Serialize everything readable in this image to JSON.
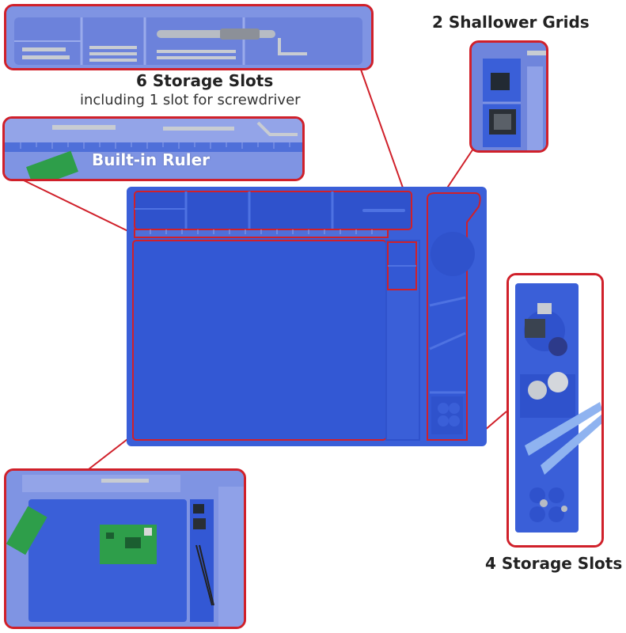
{
  "callouts": {
    "six_slots": {
      "title": "6 Storage Slots",
      "subtitle": "including 1 slot for screwdriver"
    },
    "ruler": {
      "title": "Built-in Ruler"
    },
    "shallow_grids": {
      "title": "2 Shallower Grids"
    },
    "four_slots": {
      "title": "4 Storage Slots"
    }
  },
  "colors": {
    "mat_blue": "#3a5fd8",
    "mat_dark": "#2b4bc2",
    "highlight_red": "#d0202a",
    "faded_blue": "#7f94e3",
    "pcb_green": "#2e9e4a"
  }
}
